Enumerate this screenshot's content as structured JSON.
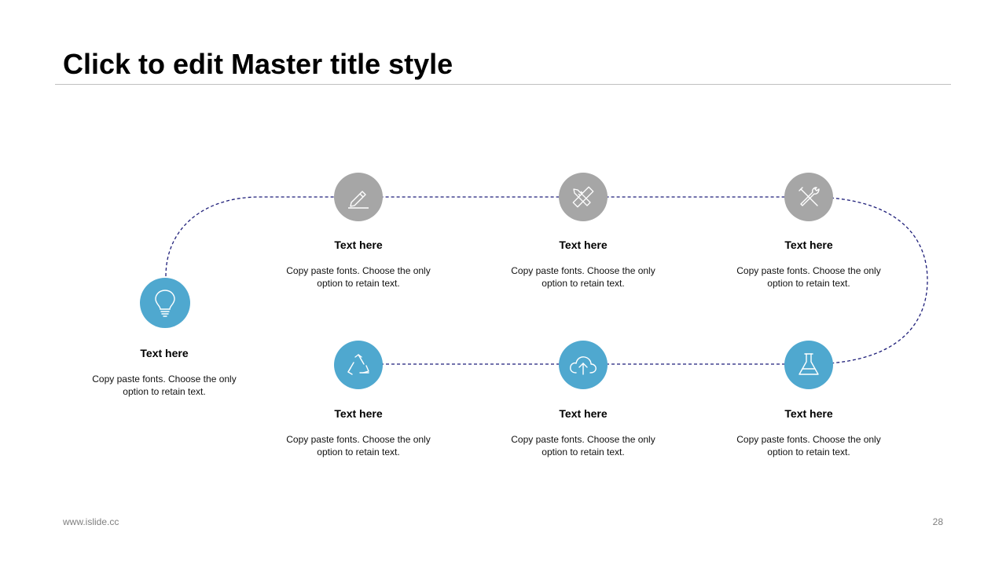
{
  "slide": {
    "title": "Click to edit Master title style",
    "footer_url": "www.islide.cc",
    "page_number": "28"
  },
  "colors": {
    "accent_blue": "#4fa8cf",
    "gray": "#a6a6a6",
    "path_line": "#1f1f7a"
  },
  "steps": [
    {
      "icon": "lightbulb-icon",
      "title": "Text here",
      "desc_line1": "Copy paste fonts. Choose the only",
      "desc_line2": "option to retain text."
    },
    {
      "icon": "pencil-icon",
      "title": "Text here",
      "desc_line1": "Copy paste fonts. Choose the only",
      "desc_line2": "option to retain text."
    },
    {
      "icon": "ruler-pencil-icon",
      "title": "Text here",
      "desc_line1": "Copy paste fonts. Choose the only",
      "desc_line2": "option to retain text."
    },
    {
      "icon": "tools-icon",
      "title": "Text here",
      "desc_line1": "Copy paste fonts. Choose the only",
      "desc_line2": "option to retain text."
    },
    {
      "icon": "recycle-icon",
      "title": "Text here",
      "desc_line1": "Copy paste fonts. Choose the only",
      "desc_line2": "option to retain text."
    },
    {
      "icon": "cloud-upload-icon",
      "title": "Text here",
      "desc_line1": "Copy paste fonts. Choose the only",
      "desc_line2": "option to retain text."
    },
    {
      "icon": "flask-icon",
      "title": "Text here",
      "desc_line1": "Copy paste fonts. Choose the only",
      "desc_line2": "option to retain text."
    }
  ]
}
